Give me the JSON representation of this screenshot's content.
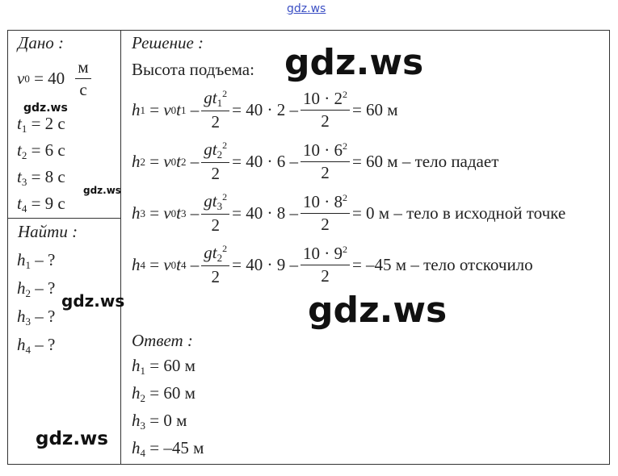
{
  "watermark": "gdz.ws",
  "given": {
    "title": "Дано :",
    "v0": {
      "lhs": "v",
      "sub": "0",
      "rhs": "= 40",
      "unit_num": "м",
      "unit_den": "с"
    },
    "times": [
      {
        "sub": "1",
        "val": "= 2 с"
      },
      {
        "sub": "2",
        "val": "= 6 с"
      },
      {
        "sub": "3",
        "val": "= 8 с"
      },
      {
        "sub": "4",
        "val": "= 9 с"
      }
    ]
  },
  "find": {
    "title": "Найти :",
    "items": [
      {
        "sub": "1",
        "val": "– ?"
      },
      {
        "sub": "2",
        "val": "– ?"
      },
      {
        "sub": "3",
        "val": "– ?"
      },
      {
        "sub": "4",
        "val": "– ?"
      }
    ]
  },
  "solution": {
    "title": "Решение :",
    "subtitle": "Высота подъема:",
    "equations": [
      {
        "h": "1",
        "t": "1",
        "tg": "1",
        "mid": "= 40 · 2 –",
        "num": "10 · 2",
        "tail": "= 60 м"
      },
      {
        "h": "2",
        "t": "2",
        "tg": "2",
        "mid": "= 40 · 6 –",
        "num": "10 · 6",
        "tail": "= 60 м – тело падает"
      },
      {
        "h": "3",
        "t": "3",
        "tg": "3",
        "mid": "= 40 · 8 –",
        "num": "10 · 8",
        "tail": "= 0 м – тело в исходной точке"
      },
      {
        "h": "4",
        "t": "4",
        "tg": "2",
        "mid": "= 40 · 9 –",
        "num": "10 · 9",
        "tail": "= –45 м – тело отскочило"
      }
    ]
  },
  "answer": {
    "title": "Ответ :",
    "items": [
      {
        "sub": "1",
        "val": "= 60 м"
      },
      {
        "sub": "2",
        "val": "= 60 м"
      },
      {
        "sub": "3",
        "val": "= 0 м"
      },
      {
        "sub": "4",
        "val": "= –45 м"
      }
    ]
  }
}
